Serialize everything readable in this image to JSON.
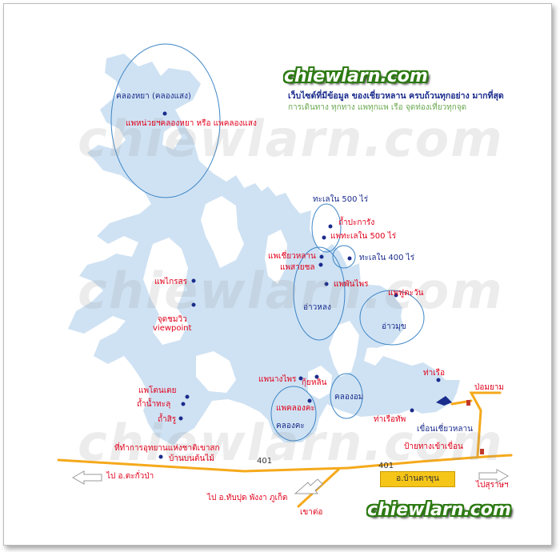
{
  "logo_text": "chiewlarn.com",
  "tagline_line1": "เว็บไซต์ที่มีข้อมูล ของเชี่ยวหลาน ครบถ้วนทุกอย่าง มากที่สุด",
  "tagline_line2": "การเดินทาง ทุกทาง แพทุกแพ เรือ จุดท่องเที่ยวทุกจุด",
  "watermark": "chiewlarn.com",
  "colors": {
    "water": "#cfe2f3",
    "road": "#f5a91b",
    "label_red": "#e0001a",
    "label_blue": "#1a2c8c",
    "logo_green": "#2d7a13"
  },
  "labels": {
    "khlong_ya": "คลองหยา (คลองแสง)",
    "raft_khlong_ya": "แพหน่วยฯคลองหยา หรือ แพคลองแสง",
    "talay_500_title": "ทะเลใน 500 ไร่",
    "tham_pakarang": "ถ้ำปะการัง",
    "raft_talay_500": "แพทะเลใน 500 ไร่",
    "talay_400": "ทะเลใน 400 ไร่",
    "raft_chiewlarn": "แพเชี่ยวหลาน",
    "raft_saichon": "แพสายชล",
    "raft_phanphrai": "แพพันไพร",
    "ao_lhong": "อ่าวหลง",
    "raft_krisorn": "แพไกรสร",
    "viewpoint": "จุดชมวิว\nviewpoint",
    "raft_tawan": "แพฟูตะวัน",
    "ao_mung": "อ่าวมุข",
    "tha_ruea": "ท่าเรือ",
    "bo_yang": "ป่อมยาม",
    "raft_nangphrai": "แพนางไพร",
    "koo_yahlin": "กุ้ยหลิน",
    "raft_tondeo": "แพโตนเตย",
    "tham_nam_talu": "ถ้ำน้ำทะลุ",
    "tham_si_ru": "ถ้ำสิรู",
    "khlong_om": "คลองอม",
    "raft_khlong_kha": "แพคลองคะ",
    "khlong_kha": "คลองคะ",
    "tha_ruea_phaen": "ท่าเรือทัพ",
    "dam": "เขื่อนเชี่ยวหลาน",
    "park_hq": "ที่ทำการอุทยานแห่งชาติเขาสก",
    "ban_bon": "บ้านบนต้นไม้",
    "dam_sign": "ป้ายทางเข้าเขื่อน",
    "road_401_a": "401",
    "road_401_b": "401",
    "to_takua_pa": "ไป อ.ตะกั่วป่า",
    "to_thap_put": "ไป อ.ทับปุด พังงา ภูเก็ต",
    "khao_to": "เขาต่อ",
    "to_surat": "ไปสุราษฯ",
    "ban_ta_khun": "อ.บ้านตาขุน"
  }
}
